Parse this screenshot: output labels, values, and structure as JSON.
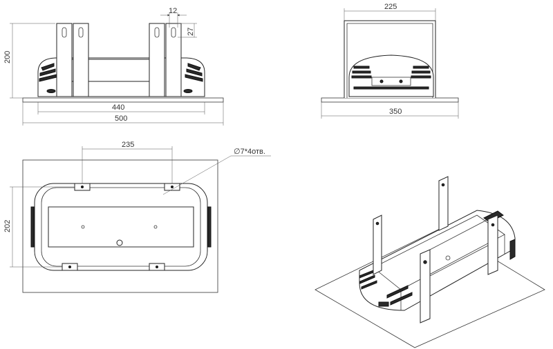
{
  "dimensions": {
    "front_slot_width": "12",
    "front_slot_height": "27",
    "front_height": "200",
    "front_inner_width": "440",
    "front_plate_width": "500",
    "side_width": "225",
    "side_plate_width": "350",
    "top_bracket_spacing": "235",
    "top_depth": "202",
    "holes_note": "∅7*4отв."
  }
}
